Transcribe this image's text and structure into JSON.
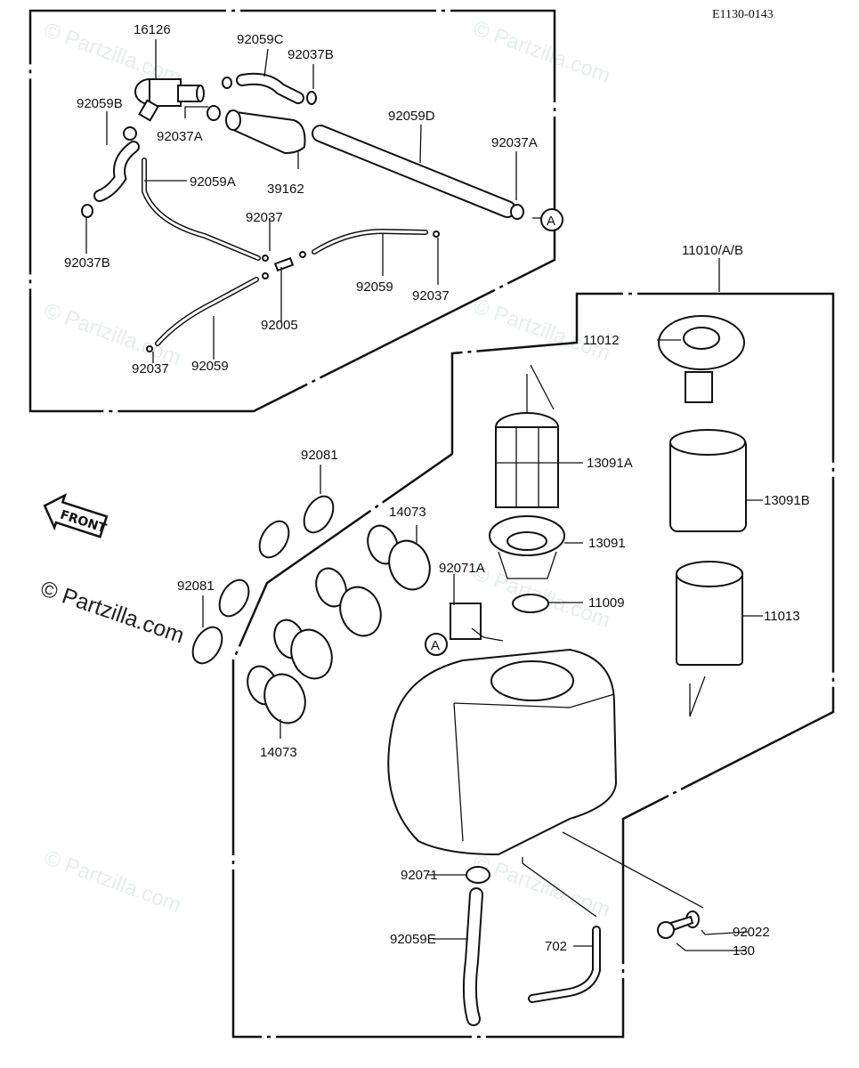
{
  "diagram": {
    "code": "E1130-0143",
    "watermark": "© Partzilla.com",
    "front_label": "FRONT",
    "ref_marker": "A",
    "parts": {
      "p16126": "16126",
      "p92059C": "92059C",
      "p92037B_top": "92037B",
      "p92059B": "92059B",
      "p92037A_left": "92037A",
      "p92059D": "92059D",
      "p92037A_right": "92037A",
      "p92059A": "92059A",
      "p39162": "39162",
      "p92037B_bottom": "92037B",
      "p92037_a": "92037",
      "p92037_b": "92037",
      "p92037_c": "92037",
      "p92005": "92005",
      "p92059_right": "92059",
      "p92059_left": "92059",
      "p11010AB": "11010/A/B",
      "p11012": "11012",
      "p13091A": "13091A",
      "p13091B": "13091B",
      "p13091": "13091",
      "p11009": "11009",
      "p11013": "11013",
      "p92071A": "92071A",
      "p92081_top": "92081",
      "p92081_left": "92081",
      "p14073_top": "14073",
      "p14073_bottom": "14073",
      "p92071": "92071",
      "p92059E": "92059E",
      "p702": "702",
      "p92022": "92022",
      "p130": "130"
    }
  }
}
